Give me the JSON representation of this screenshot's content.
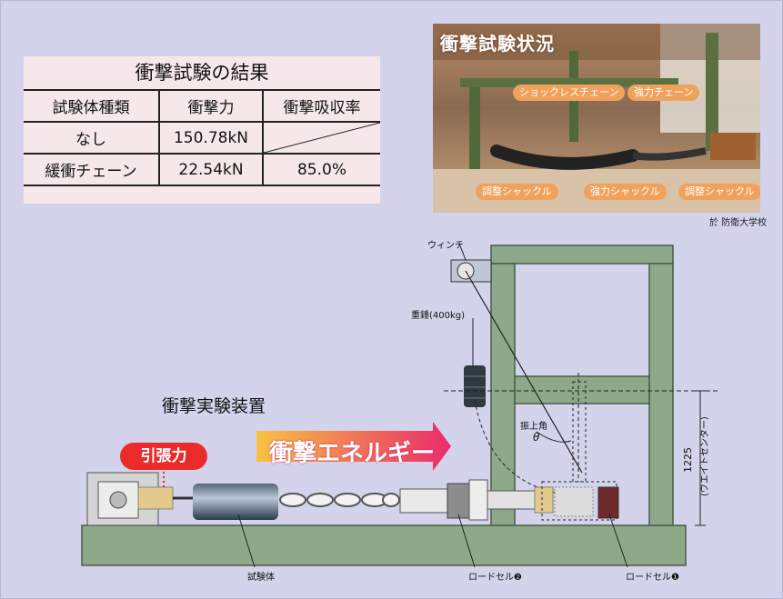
{
  "results": {
    "title": "衝撃試験の結果",
    "headers": [
      "試験体種類",
      "衝撃力",
      "衝撃吸収率"
    ],
    "rows": [
      [
        "なし",
        "150.78kN",
        ""
      ],
      [
        "緩衝チェーン",
        "22.54kN",
        "85.0%"
      ]
    ]
  },
  "photo": {
    "title": "衝撃試験状況",
    "tags": [
      "ショックレスチェーン",
      "強力チェーン",
      "調整シャックル",
      "強力シャックル",
      "調整シャックル"
    ],
    "credit": "於 防衛大学校"
  },
  "diagram": {
    "title": "衝撃実験装置",
    "tension_label": "引張力",
    "energy_label": "衝撃エネルギー",
    "winch": "ウィンチ",
    "weight": "重錘(400kg)",
    "swing_angle": "振上角",
    "theta": "θ",
    "height_value": "1225",
    "height_note": "(ウエイトセンター)",
    "specimen": "試験体",
    "load_cell_2": "ロードセル❷",
    "load_cell_1": "ロードセル❶"
  },
  "colors": {
    "frame_green": "#8ea88a",
    "frame_dark": "#4a5a4a",
    "tension_red": "#ea2b2b",
    "energy_start": "#f7c244",
    "energy_end": "#ea2b6a",
    "background": "#d3d4ec"
  }
}
